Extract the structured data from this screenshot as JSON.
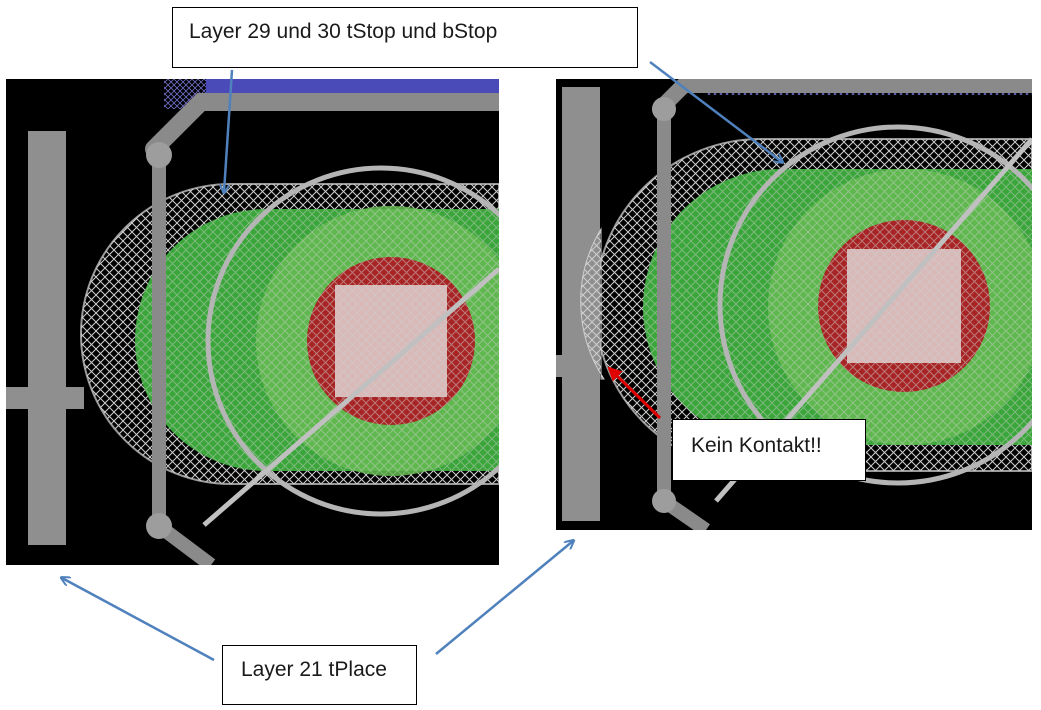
{
  "callouts": {
    "stop_layers": "Layer 29 und 30 tStop und bStop",
    "no_contact": "Kein Kontakt!!",
    "place_layer": "Layer 21 tPlace"
  },
  "colors": {
    "background": "#000000",
    "tplace": "#9a9a9a",
    "pad_green": "#3aa63a",
    "pad_light_green": "#6cbf54",
    "drill_red": "#a82424",
    "pad_square": "#d9b8b8",
    "bus_blue": "#4a4ab8",
    "arrow_blue": "#4f81bd",
    "arrow_red": "#e00000"
  },
  "icons": {
    "hatch": "crosshatch-pattern",
    "arrow": "arrow-icon"
  }
}
